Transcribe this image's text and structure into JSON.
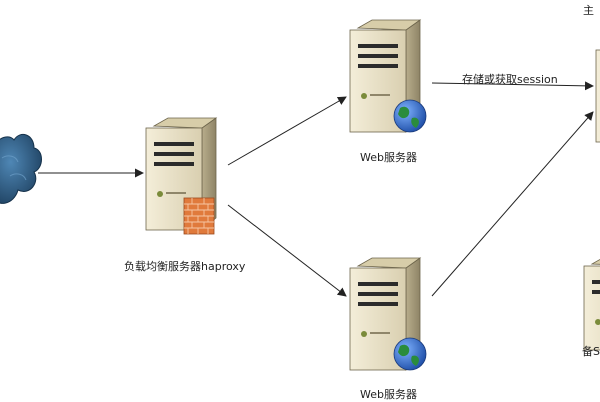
{
  "diagram": {
    "nodes": {
      "internet": {
        "label": "",
        "icon": "cloud-icon"
      },
      "load_balancer": {
        "label": "负载均衡服务器haproxy",
        "icon": "server-firewall-icon"
      },
      "web_top": {
        "label": "Web服务器",
        "icon": "server-globe-icon"
      },
      "web_bottom": {
        "label": "Web服务器",
        "icon": "server-globe-icon"
      },
      "session_main": {
        "label": "主",
        "icon": "server-icon"
      },
      "session_backup": {
        "label": "备S",
        "icon": "server-icon"
      }
    },
    "edges": [
      {
        "from": "internet",
        "to": "load_balancer",
        "label": ""
      },
      {
        "from": "load_balancer",
        "to": "web_top",
        "label": ""
      },
      {
        "from": "load_balancer",
        "to": "web_bottom",
        "label": ""
      },
      {
        "from": "web_top",
        "to": "session_main",
        "label": "存储或获取session"
      },
      {
        "from": "web_bottom",
        "to": "session_main",
        "label": ""
      }
    ]
  },
  "colors": {
    "server_body": "#ece3c7",
    "server_shadow": "#b4a988",
    "cloud": "#2f5f86",
    "firewall": "#e07a3c",
    "globe_blue": "#2f6fd1",
    "globe_green": "#2a8c3c",
    "line": "#222222"
  }
}
